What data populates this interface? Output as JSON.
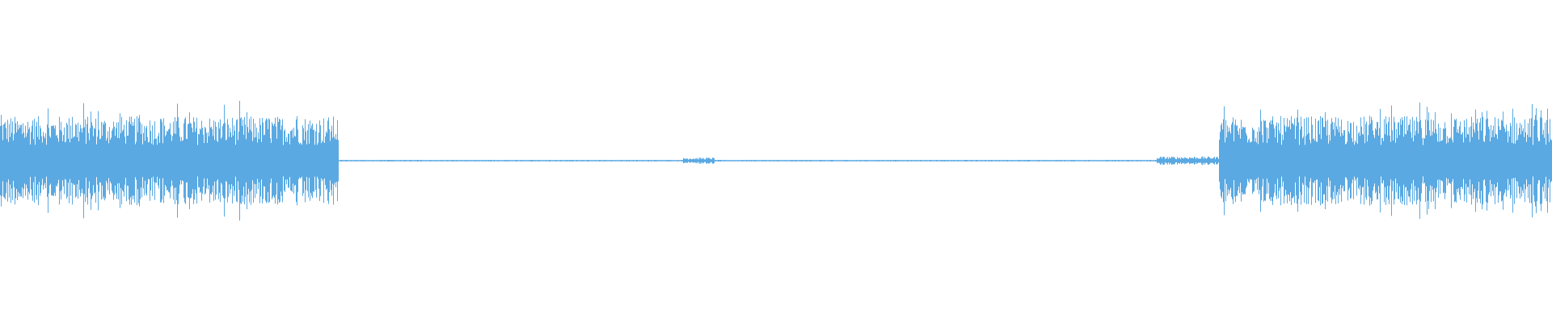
{
  "waveform": {
    "color": "#5aa9e2",
    "background": "#ffffff",
    "segments": [
      {
        "start": 0.0,
        "end": 0.218,
        "level": 0.85
      },
      {
        "start": 0.218,
        "end": 0.44,
        "level": 0.015
      },
      {
        "start": 0.44,
        "end": 0.46,
        "level": 0.06
      },
      {
        "start": 0.46,
        "end": 0.745,
        "level": 0.015
      },
      {
        "start": 0.745,
        "end": 0.785,
        "level": 0.08
      },
      {
        "start": 0.785,
        "end": 1.0,
        "level": 0.85
      }
    ]
  }
}
